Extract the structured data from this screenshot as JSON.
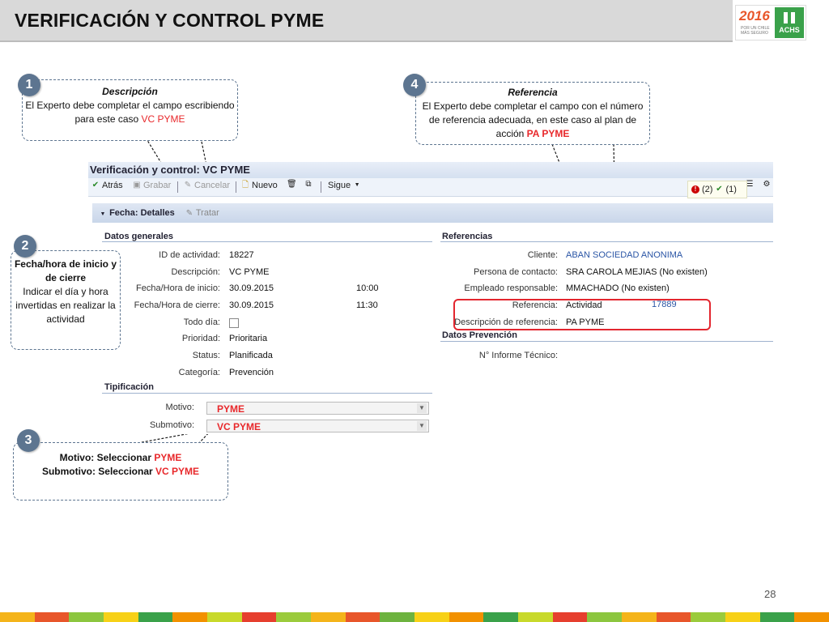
{
  "slide": {
    "title": "VERIFICACIÓN Y CONTROL PYME",
    "page_number": "28",
    "logo": {
      "year_a": "20",
      "year_b": "16",
      "tagline": "POR UN CHILE MÁS SEGURO",
      "brand": "ACHS"
    }
  },
  "app": {
    "title": "Verificación y control: VC PYME",
    "toolbar": {
      "back": "Atrás",
      "save": "Grabar",
      "cancel": "Cancelar",
      "new": "Nuevo",
      "follow": "Sigue"
    },
    "status": {
      "errors": "(2)",
      "ok": "(1)"
    },
    "section": {
      "title": "Fecha: Detalles",
      "action": "Tratar"
    },
    "general": {
      "heading": "Datos generales",
      "rows": [
        {
          "label": "ID de actividad:",
          "value": "18227"
        },
        {
          "label": "Descripción:",
          "value": "VC PYME"
        },
        {
          "label": "Fecha/Hora de inicio:",
          "value": "30.09.2015",
          "time": "10:00"
        },
        {
          "label": "Fecha/Hora de cierre:",
          "value": "30.09.2015",
          "time": "11:30"
        },
        {
          "label": "Todo día:",
          "value": ""
        },
        {
          "label": "Prioridad:",
          "value": "Prioritaria"
        },
        {
          "label": "Status:",
          "value": "Planificada"
        },
        {
          "label": "Categoría:",
          "value": "Prevención"
        }
      ]
    },
    "tipificacion": {
      "heading": "Tipificación",
      "motivo_label": "Motivo:",
      "motivo_value": "PYME",
      "submotivo_label": "Submotivo:",
      "submotivo_value": "VC PYME"
    },
    "referencias": {
      "heading": "Referencias",
      "rows": [
        {
          "label": "Cliente:",
          "value": "ABAN SOCIEDAD ANONIMA"
        },
        {
          "label": "Persona de contacto:",
          "value": "SRA CAROLA MEJIAS (No existen)"
        },
        {
          "label": "Empleado responsable:",
          "value": "MMACHADO (No existen)"
        },
        {
          "label": "Referencia:",
          "value": "Actividad",
          "extra": "17889"
        },
        {
          "label": "Descripción de referencia:",
          "value": "PA PYME"
        }
      ]
    },
    "prevencion": {
      "heading": "Datos Prevención",
      "rows": [
        {
          "label": "N° Informe Técnico:",
          "value": ""
        }
      ]
    }
  },
  "callouts": {
    "c1": {
      "number": "1",
      "title": "Descripción",
      "text": "El Experto debe completar el campo escribiendo para este caso",
      "highlight": "VC PYME"
    },
    "c2": {
      "number": "2",
      "title": "Fecha/hora de inicio y de cierre",
      "text": "Indicar el día y hora invertidas en realizar la actividad"
    },
    "c3": {
      "number": "3",
      "line1": "Motivo: Seleccionar",
      "line1_hl": "PYME",
      "line2": "Submotivo: Seleccionar",
      "line2_hl": "VC PYME"
    },
    "c4": {
      "number": "4",
      "title": "Referencia",
      "text": "El Experto debe completar el campo con el número de referencia adecuada, en este caso al plan de acción",
      "highlight": "PA PYME"
    }
  },
  "colors": {
    "accent_red": "#e8282b",
    "callout_border": "#5d7590",
    "achs_green": "#3aa14a"
  }
}
